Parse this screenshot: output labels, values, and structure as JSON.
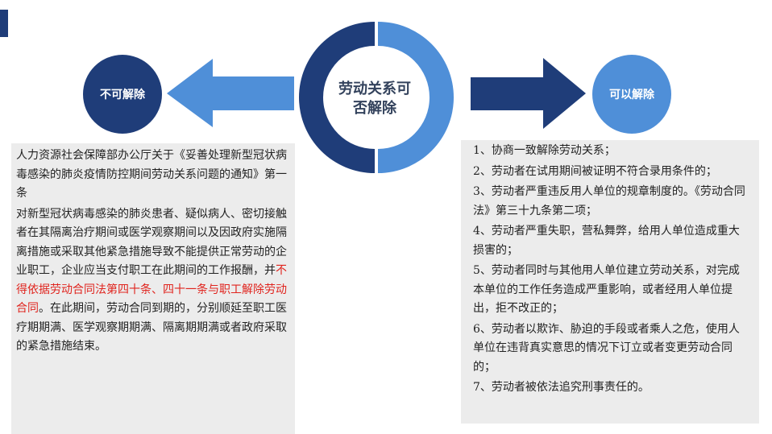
{
  "center": {
    "title_line1": "劳动关系可",
    "title_line2": "否解除"
  },
  "left": {
    "label": "不可解除",
    "source": "人力资源社会保障部办公厅关于《妥善处理新型冠状病毒感染的肺炎疫情防控期间劳动关系问题的通知》第一条",
    "body_before": "对新型冠状病毒感染的肺炎患者、疑似病人、密切接触者在其隔离治疗期间或医学观察期间以及因政府实施隔离措施或采取其他紧急措施导致不能提供正常劳动的企业职工，企业应当支付职工在此期间的工作报酬，并",
    "body_highlight": "不得依据劳动合同法第四十条、四十一条与职工解除劳动合同",
    "body_after": "。在此期间，劳动合同到期的，分别顺延至职工医疗期期满、医学观察期期满、隔离期期满或者政府采取的紧急措施结束。"
  },
  "right": {
    "label": "可以解除",
    "items": [
      "1、协商一致解除劳动关系；",
      "2、劳动者在试用期间被证明不符合录用条件的；",
      "3、劳动者严重违反用人单位的规章制度的。《劳动合同法》第三十九条第二项；",
      "4、劳动者严重失职，营私舞弊，给用人单位造成重大损害的；",
      "5、劳动者同时与其他用人单位建立劳动关系，对完成本单位的工作任务造成严重影响，或者经用人单位提出，拒不改正的；",
      "6、劳动者以欺诈、胁迫的手段或者乘人之危，使用人单位在违背真实意思的情况下订立或者变更劳动合同的；",
      "7、劳动者被依法追究刑事责任的。"
    ]
  },
  "colors": {
    "dark_blue": "#1f3d79",
    "light_blue": "#4f8fd8",
    "highlight": "#e0241e"
  }
}
